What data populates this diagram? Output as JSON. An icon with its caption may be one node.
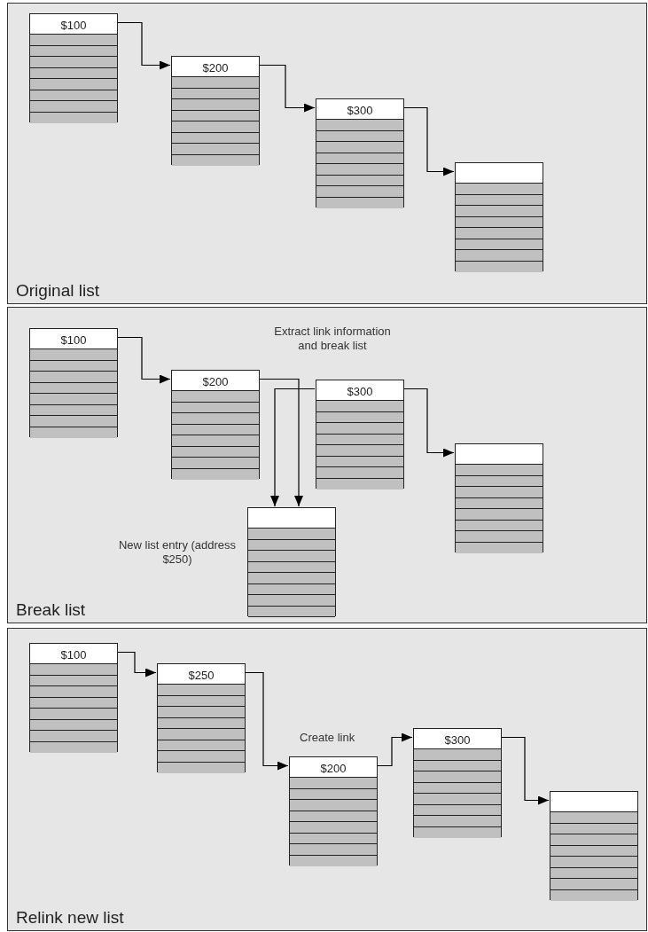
{
  "diagram": {
    "nodes": [
      {
        "text": [
          "Original list"
        ]
      },
      {
        "text": [
          "$100"
        ],
        "in": 0
      },
      {
        "text": [
          "$200"
        ],
        "in": 0
      },
      {
        "text": [
          "$300"
        ],
        "in": 0
      },
      {
        "text": [],
        "shape": "box",
        "in": 0
      },
      {
        "text": [
          "Break list"
        ]
      },
      {
        "text": [
          "$100"
        ],
        "in": 5
      },
      {
        "text": [
          "$200"
        ],
        "in": 5
      },
      {
        "text": [
          "$300"
        ],
        "in": 5
      },
      {
        "text": [],
        "shape": "box",
        "in": 5
      },
      {
        "text": [],
        "shape": "box",
        "in": 5,
        "beside": [
          "New list entry (address $250)"
        ]
      },
      {
        "text": [
          "Relink new list"
        ]
      },
      {
        "text": [
          "$100"
        ],
        "in": 11
      },
      {
        "text": [
          "$250"
        ],
        "in": 11
      },
      {
        "text": [
          "$200"
        ],
        "in": 11
      },
      {
        "text": [
          "$300"
        ],
        "in": 11
      },
      {
        "text": [],
        "shape": "box",
        "in": 11
      }
    ],
    "edges": [
      {
        "from": 1,
        "to": 2,
        "arrow": "to"
      },
      {
        "from": 2,
        "to": 3,
        "arrow": "to"
      },
      {
        "from": 3,
        "to": 4,
        "arrow": "to"
      },
      {
        "from": 6,
        "to": 7,
        "arrow": "to"
      },
      {
        "from": 8,
        "to": 9,
        "arrow": "to"
      },
      {
        "from": 7,
        "to": 10,
        "arrow": "to"
      },
      {
        "from": 8,
        "to": 10,
        "arrow": "to"
      },
      {
        "from": 12,
        "to": 13,
        "arrow": "to"
      },
      {
        "from": 13,
        "to": 14,
        "arrow": "to"
      },
      {
        "from": 14,
        "to": 15,
        "arrow": "to"
      },
      {
        "from": 15,
        "to": 16,
        "arrow": "to"
      }
    ],
    "labels": [
      "Extract link information and break list",
      "Create link"
    ]
  }
}
